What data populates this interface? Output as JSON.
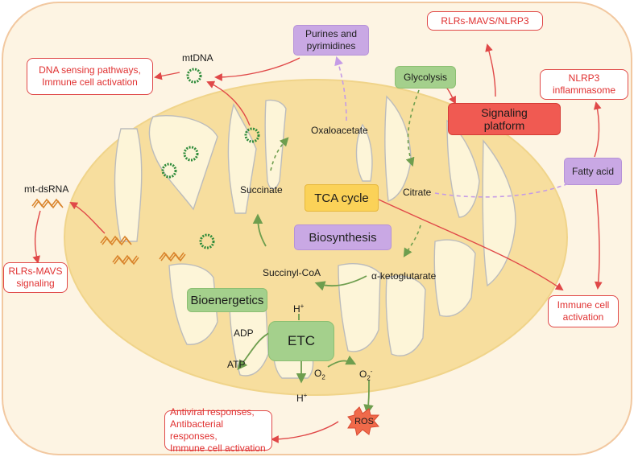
{
  "labels": {
    "mtdna": "mtDNA",
    "dna_sensing": "DNA sensing pathways,\nImmune cell activation",
    "purines": "Purines and\npyrimidines",
    "rlrs_nlrp3": "RLRs-MAVS/NLRP3",
    "glycolysis": "Glycolysis",
    "nlrp3": "NLRP3\ninflammasome",
    "signaling_platform": "Signaling\nplatform",
    "oxaloacetate": "Oxaloacetate",
    "fatty_acid": "Fatty acid",
    "mt_dsrna": "mt-dsRNA",
    "succinate": "Succinate",
    "tca_cycle": "TCA cycle",
    "citrate": "Citrate",
    "biosynthesis": "Biosynthesis",
    "rlrs_mavs": "RLRs-MAVS\nsignaling",
    "succinyl_coa": "Succinyl-CoA",
    "alpha_kg": "α-ketoglutarate",
    "immune_activation": "Immune cell\nactivation",
    "bioenergetics": "Bioenergetics",
    "h_plus_top": "H",
    "h_plus_bottom": "H",
    "adp": "ADP",
    "atp": "ATP",
    "etc": "ETC",
    "o2": "O",
    "o2_minus": "O",
    "ros": "ROS",
    "antiviral": "Antiviral responses,\nAntibacterial responses,\nImmune cell activation"
  },
  "colors": {
    "outer_fill": "#fdf4e3",
    "outer_border": "#f2c8a0",
    "matrix_fill": "#f7de9e",
    "cristae_fill": "#fdf5d8",
    "red": "#e04848",
    "green_arrow": "#6e9e4e",
    "purple_arrow": "#c59be6",
    "mtdna_ring": "#2e8b3a",
    "rna_wave": "#d9832a"
  }
}
